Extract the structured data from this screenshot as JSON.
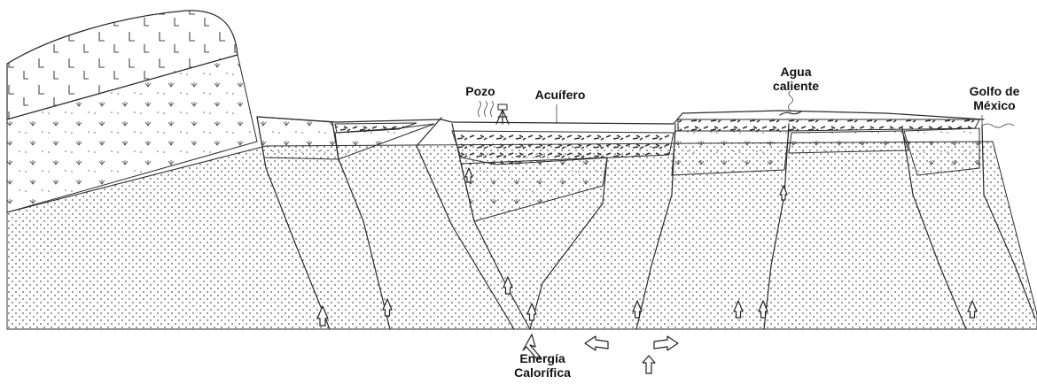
{
  "labels": {
    "pozo": "Pozo",
    "acuifero": "Acuífero",
    "agua_1": "Agua",
    "agua_2": "caliente",
    "golfo_1": "Golfo de",
    "golfo_2": "México",
    "energia_1": "Energía",
    "energia_2": "Calorífica"
  },
  "colors": {
    "ink": "#2a2a2a",
    "background": "#ffffff"
  },
  "icons": [
    "well-rig-icon",
    "steam-icon",
    "hot-spring-icon",
    "wave-icon",
    "heat-flow-arrow-icon",
    "convection-arrow-icon"
  ]
}
